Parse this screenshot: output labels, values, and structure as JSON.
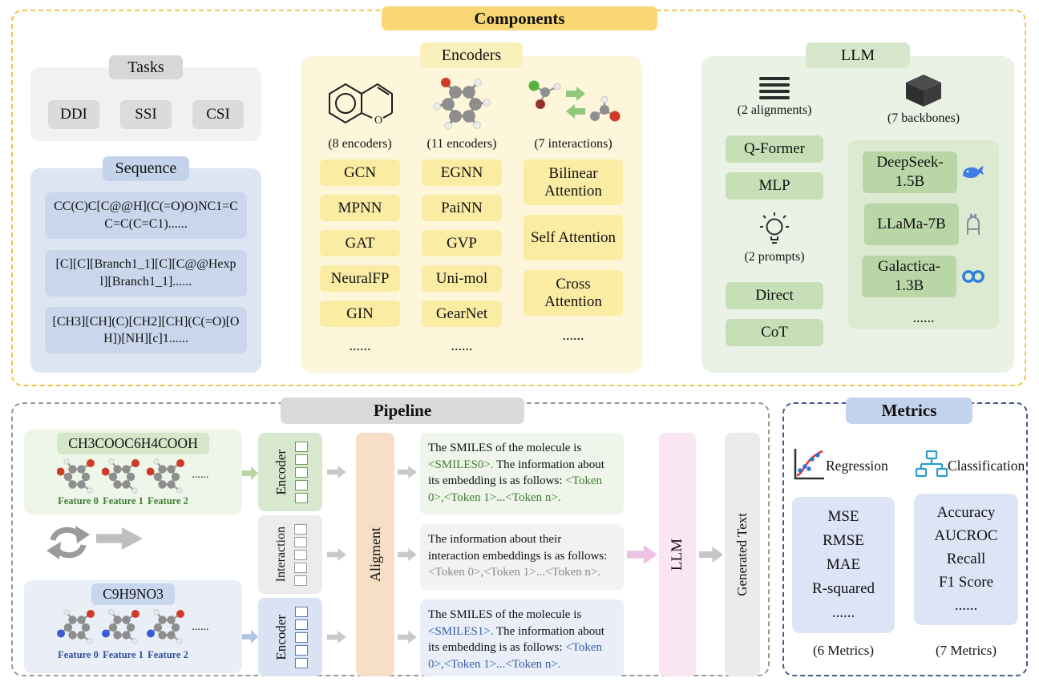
{
  "colors": {
    "components_accent": "#eec44f",
    "encoders_fill": "#fdf6da",
    "llm_fill": "#eaf2e5",
    "sequence_fill": "#dde5f3",
    "pipeline_accent": "#999999",
    "metrics_accent": "#47598a",
    "token_green": "#3e7c31",
    "token_blue": "#3c5ea6",
    "token_gray": "#8a8a8a"
  },
  "components": {
    "title": "Components",
    "tasks": {
      "title": "Tasks",
      "items": [
        "DDI",
        "SSI",
        "CSI"
      ]
    },
    "sequence": {
      "title": "Sequence",
      "items": [
        "CC(C)C[C@@H](C(=O)O)NC1=CC=C(C=C1)......",
        "[C][C][Branch1_1][C][C@@Hexpl][Branch1_1]......",
        "[CH3][CH](C)[CH2][CH](C(=O)[OH])[NH][c]1......"
      ]
    },
    "encoders": {
      "title": "Encoders",
      "group1": {
        "caption": "(8 encoders)",
        "items": [
          "GCN",
          "MPNN",
          "GAT",
          "NeuralFP",
          "GIN",
          "......"
        ]
      },
      "group2": {
        "caption": "(11 encoders)",
        "items": [
          "EGNN",
          "PaiNN",
          "GVP",
          "Uni-mol",
          "GearNet",
          "......"
        ]
      },
      "group3": {
        "caption": "(7 interactions)",
        "items": [
          "Bilinear Attention",
          "Self Attention",
          "Cross Attention",
          "......"
        ]
      }
    },
    "llm": {
      "title": "LLM",
      "alignments_caption": "(2 alignments)",
      "alignments": [
        "Q-Former",
        "MLP"
      ],
      "prompts_caption": "(2 prompts)",
      "prompts": [
        "Direct",
        "CoT"
      ],
      "backbones_caption": "(7 backbones)",
      "backbones": [
        "DeepSeek-1.5B",
        "LLaMa-7B",
        "Galactica-1.3B"
      ],
      "backbones_more": "......"
    }
  },
  "pipeline": {
    "title": "Pipeline",
    "molecule_top": {
      "formula": "CH3COOC6H4COOH",
      "features": [
        "Feature 0",
        "Feature 1",
        "Feature 2"
      ],
      "more": "......"
    },
    "molecule_bottom": {
      "formula": "C9H9NO3",
      "features": [
        "Feature 0",
        "Feature 1",
        "Feature 2"
      ],
      "more": "......"
    },
    "stages": {
      "encoder_top": "Encoder",
      "interaction": "Interaction",
      "encoder_bottom": "Encoder",
      "alignment": "Aligment",
      "llm": "LLM",
      "output": "Generated Text"
    },
    "prompt_top": {
      "text1": "The SMILES of the molecule is ",
      "token1": "<SMILES0>.",
      "text2": " The information about its embedding is as follows: ",
      "token2": "<Token 0>,<Token 1>...<Token n>."
    },
    "prompt_mid": {
      "text1": "The information about their interaction embeddings is as follows: ",
      "token1": "<Token 0>,<Token 1>...<Token n>."
    },
    "prompt_bottom": {
      "text1": "The SMILES of the molecule is ",
      "token1": "<SMILES1>.",
      "text2": " The information about its embedding is as follows: ",
      "token2": "<Token 0>,<Token 1>...<Token n>."
    }
  },
  "metrics": {
    "title": "Metrics",
    "regression_label": "Regression",
    "classification_label": "Classification",
    "regression_items": [
      "MSE",
      "RMSE",
      "MAE",
      "R-squared",
      "......"
    ],
    "classification_items": [
      "Accuracy",
      "AUCROC",
      "Recall",
      "F1 Score",
      "......"
    ],
    "regression_caption": "(6 Metrics)",
    "classification_caption": "(7 Metrics)"
  }
}
